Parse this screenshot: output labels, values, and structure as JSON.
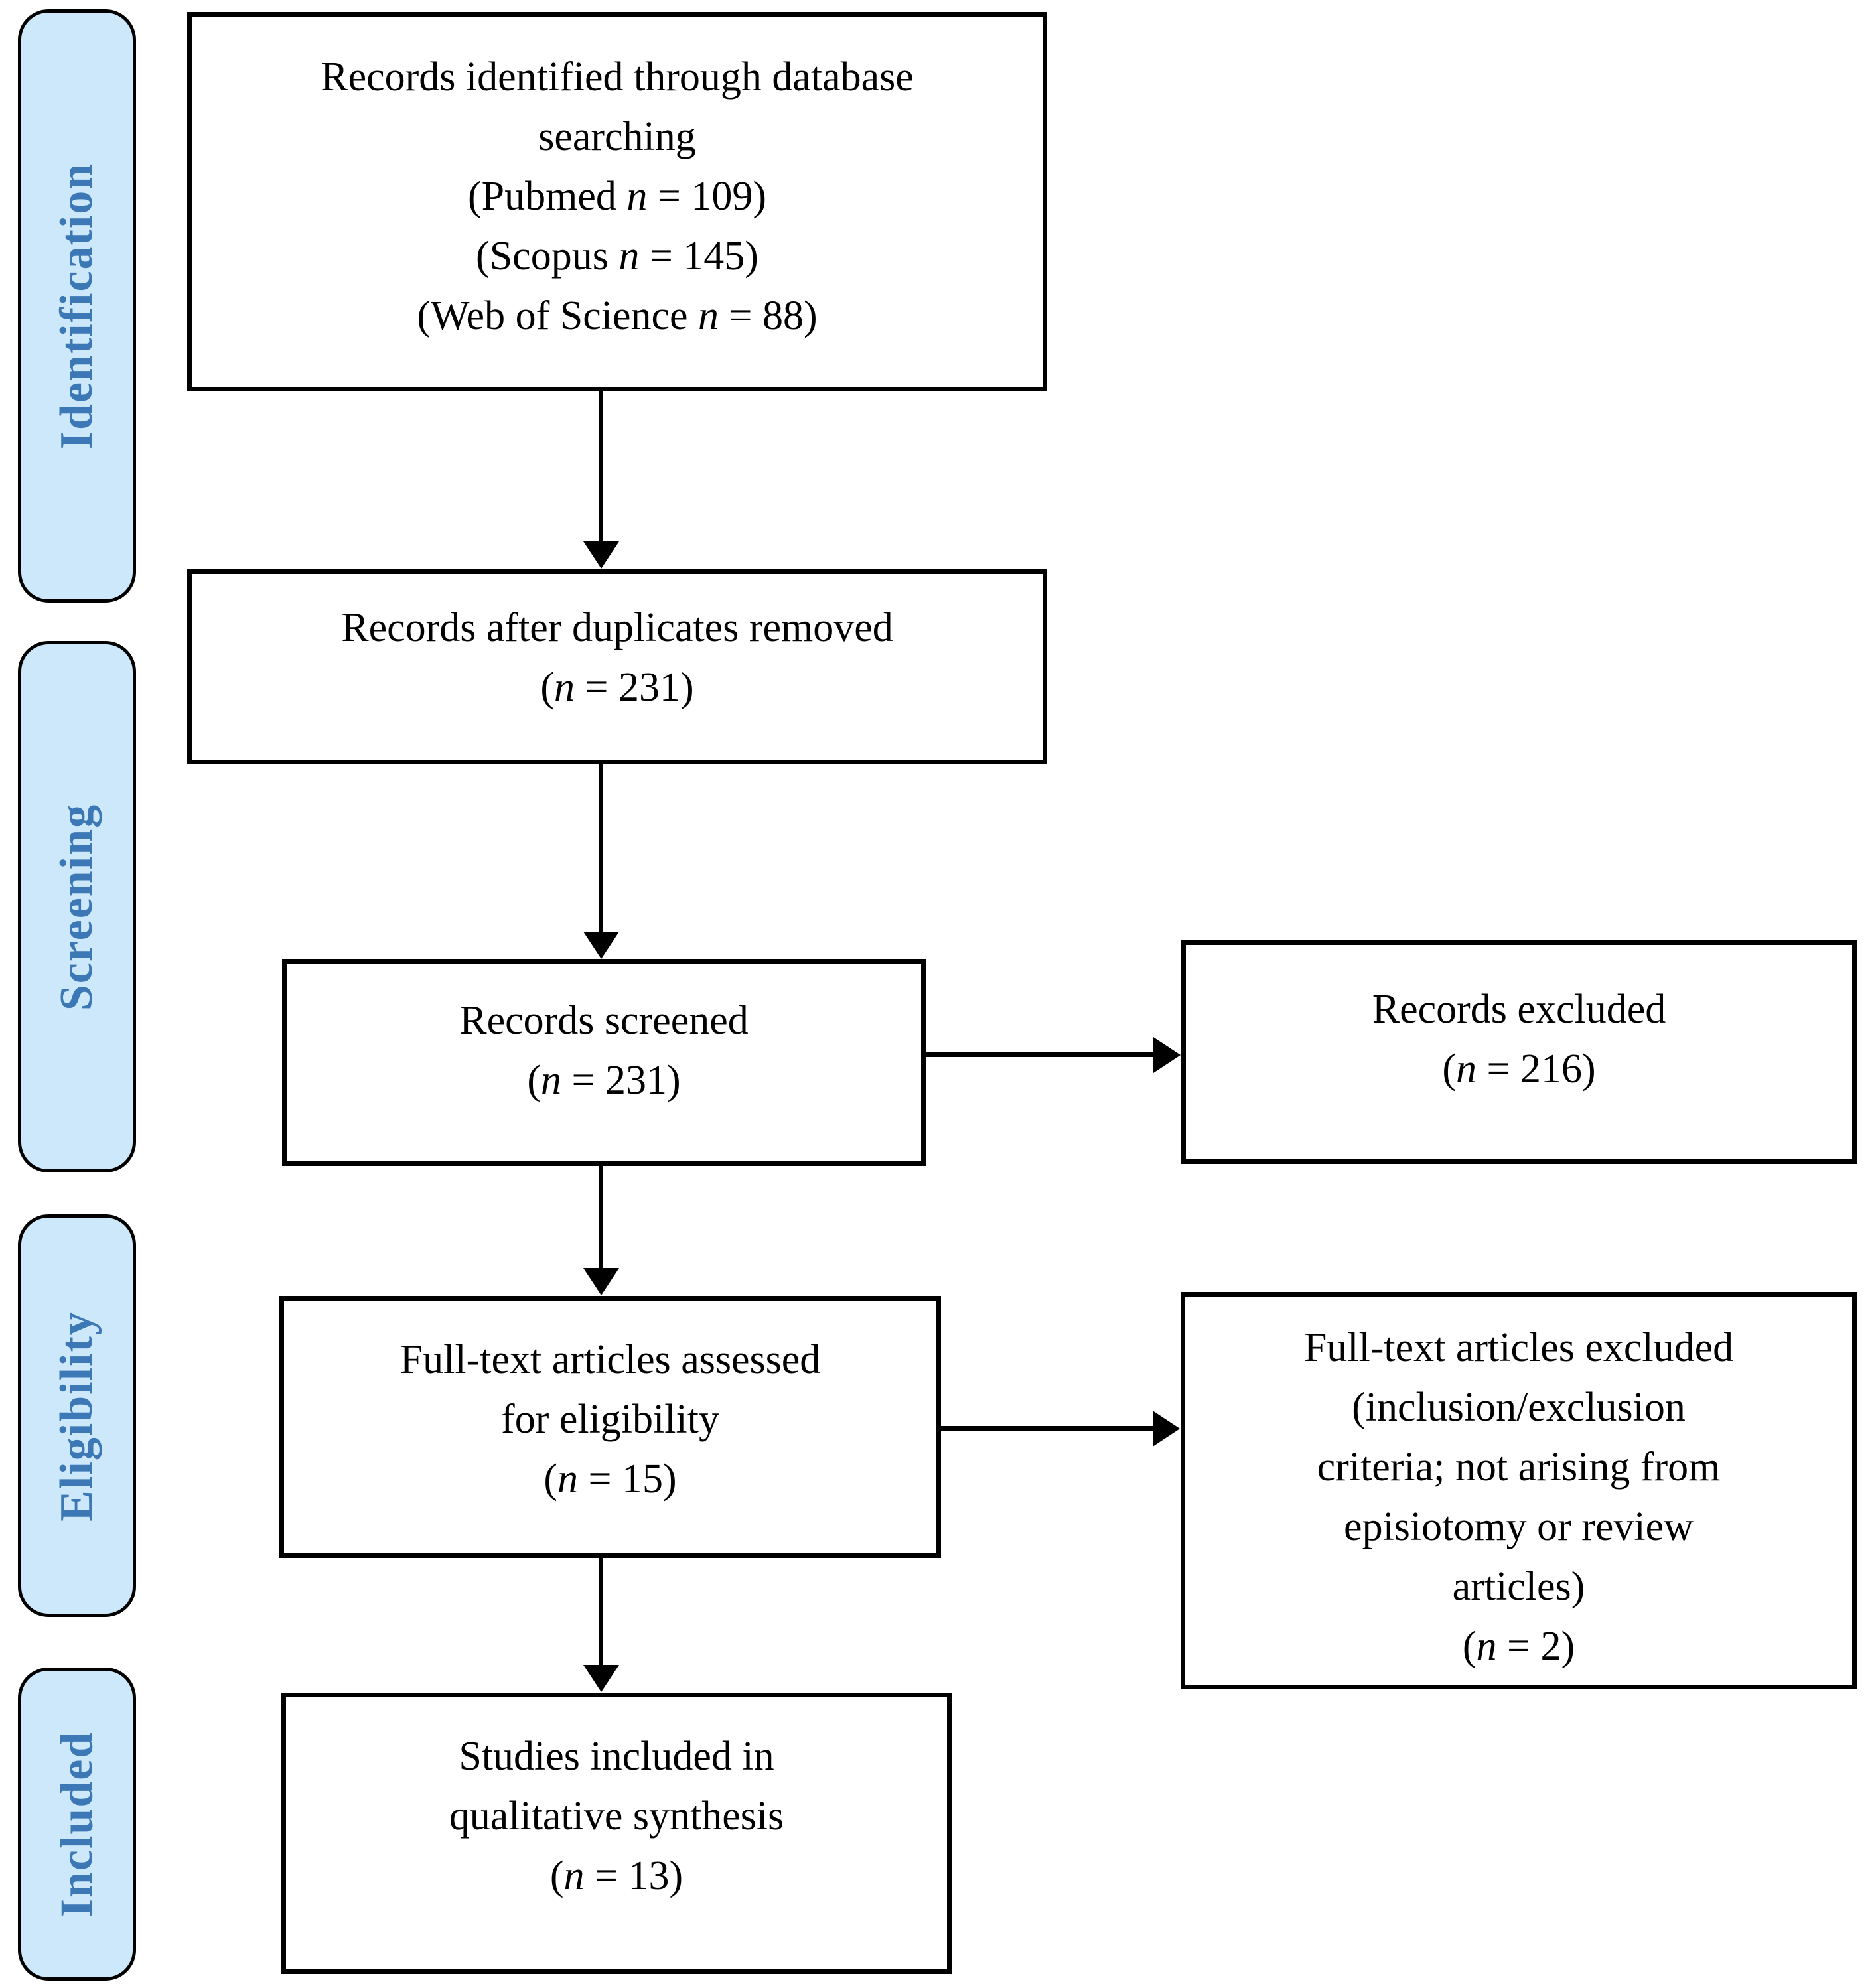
{
  "colors": {
    "background": "#ffffff",
    "sidebar_fill": "#cde8fa",
    "sidebar_text": "#3c78b5",
    "line_and_border": "#000000"
  },
  "sidebar": {
    "stages": [
      {
        "label": "Identification"
      },
      {
        "label": "Screening"
      },
      {
        "label": "Eligibility"
      },
      {
        "label": "Included"
      }
    ]
  },
  "flow": {
    "boxes": [
      {
        "id": "records-identified",
        "lines": [
          [
            {
              "t": "Records identified through database"
            }
          ],
          [
            {
              "t": "searching"
            }
          ],
          [
            {
              "t": "(Pubmed "
            },
            {
              "t": "n",
              "i": true
            },
            {
              "t": " = 109)"
            }
          ],
          [
            {
              "t": "(Scopus "
            },
            {
              "t": "n",
              "i": true
            },
            {
              "t": " = 145)"
            }
          ],
          [
            {
              "t": "(Web of Science "
            },
            {
              "t": "n",
              "i": true
            },
            {
              "t": " = 88)"
            }
          ]
        ]
      },
      {
        "id": "records-deduplicated",
        "lines": [
          [
            {
              "t": "Records after duplicates removed"
            }
          ],
          [
            {
              "t": "("
            },
            {
              "t": "n",
              "i": true
            },
            {
              "t": " = 231)"
            }
          ]
        ]
      },
      {
        "id": "records-screened",
        "lines": [
          [
            {
              "t": "Records screened"
            }
          ],
          [
            {
              "t": "("
            },
            {
              "t": "n",
              "i": true
            },
            {
              "t": " = 231)"
            }
          ]
        ]
      },
      {
        "id": "records-excluded",
        "lines": [
          [
            {
              "t": "Records excluded"
            }
          ],
          [
            {
              "t": "("
            },
            {
              "t": "n",
              "i": true
            },
            {
              "t": " = 216)"
            }
          ]
        ]
      },
      {
        "id": "fulltext-assessed",
        "lines": [
          [
            {
              "t": "Full-text articles assessed"
            }
          ],
          [
            {
              "t": "for eligibility"
            }
          ],
          [
            {
              "t": "("
            },
            {
              "t": "n",
              "i": true
            },
            {
              "t": " = 15)"
            }
          ]
        ]
      },
      {
        "id": "fulltext-excluded",
        "lines": [
          [
            {
              "t": "Full-text articles excluded"
            }
          ],
          [
            {
              "t": "(inclusion/exclusion"
            }
          ],
          [
            {
              "t": "criteria; not arising from"
            }
          ],
          [
            {
              "t": "episiotomy or review"
            }
          ],
          [
            {
              "t": "articles)"
            }
          ],
          [
            {
              "t": "("
            },
            {
              "t": "n",
              "i": true
            },
            {
              "t": " = 2)"
            }
          ]
        ]
      },
      {
        "id": "studies-included",
        "lines": [
          [
            {
              "t": "Studies included in"
            }
          ],
          [
            {
              "t": "qualitative synthesis"
            }
          ],
          [
            {
              "t": "("
            },
            {
              "t": "n",
              "i": true
            },
            {
              "t": " = 13)"
            }
          ]
        ]
      }
    ]
  }
}
